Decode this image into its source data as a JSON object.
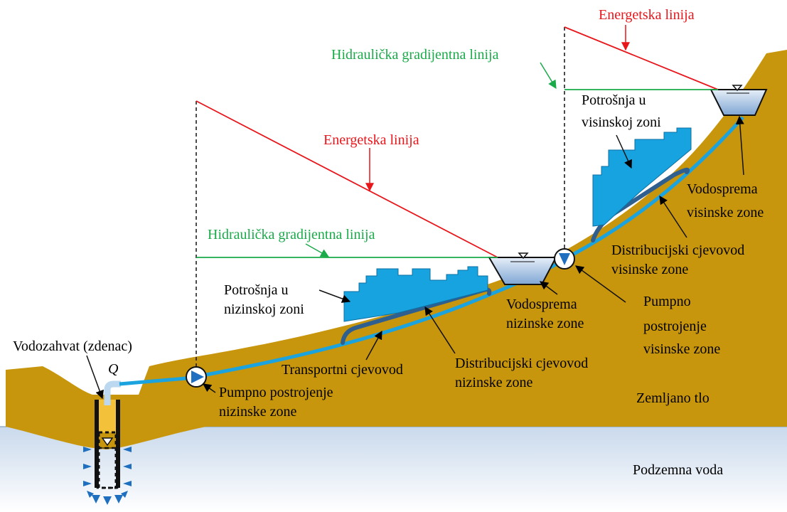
{
  "colors": {
    "soil": "#c8960c",
    "groundwater_top": "#c9d9ec",
    "groundwater_bottom": "#ffffff",
    "pipe": "#1aa3de",
    "distribution_pipe": "#2f5f8f",
    "buildings": "#16a3e0",
    "energy_line": "#e8161b",
    "hgl_line": "#1aaa4a",
    "inflow_arrows": "#1e6fbf"
  },
  "labels": {
    "intake": "Vodozahvat (zdenac)",
    "flow_symbol": "Q",
    "pump_low_line1": "Pumpno postrojenje",
    "pump_low_line2": "nizinske zone",
    "transport_pipe": "Transportni cjevovod",
    "dist_low_line1": "Distribucijski cjevovod",
    "dist_low_line2": "nizinske zone",
    "consumption_low_line1": "Potrošnja u",
    "consumption_low_line2": "nizinskoj zoni",
    "reservoir_low_line1": "Vodosprema",
    "reservoir_low_line2": "nizinske zone",
    "pump_high_line1": "Pumpno",
    "pump_high_line2": "postrojenje",
    "pump_high_line3": "visinske zone",
    "dist_high_line1": "Distribucijski cjevovod",
    "dist_high_line2": "visinske zone",
    "consumption_high_line1": "Potrošnja u",
    "consumption_high_line2": "visinskoj zoni",
    "reservoir_high_line1": "Vodosprema",
    "reservoir_high_line2": "visinske zone",
    "energy_line_low": "Energetska linija",
    "hgl_low": "Hidraulička gradijentna linija",
    "energy_line_high": "Energetska linija",
    "hgl_high": "Hidraulička gradijentna linija",
    "soil": "Zemljano tlo",
    "groundwater": "Podzemna voda"
  }
}
